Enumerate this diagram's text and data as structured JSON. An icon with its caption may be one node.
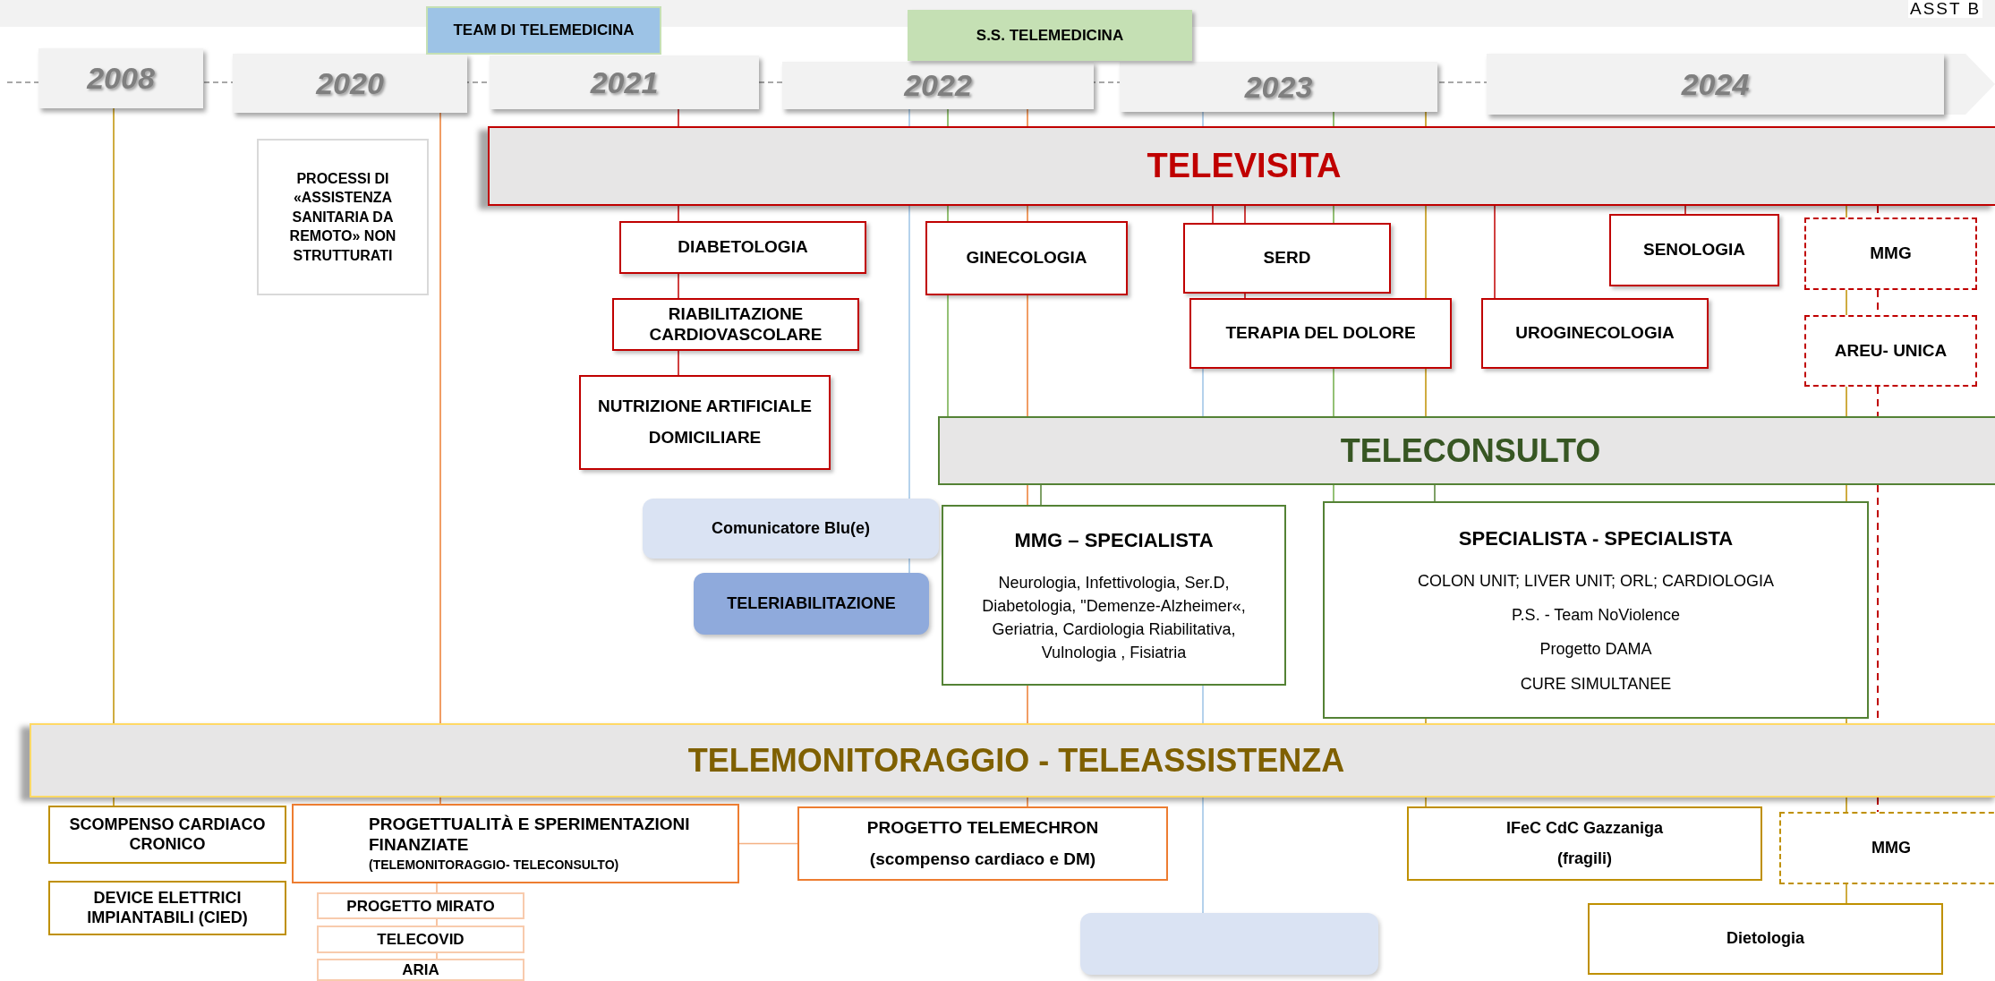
{
  "diagram": {
    "nodes": [
      {
        "text": [
          "2008"
        ]
      },
      {
        "text": [
          "2020"
        ]
      },
      {
        "text": [
          "2021"
        ]
      },
      {
        "text": [
          "2022"
        ]
      },
      {
        "text": [
          "2023"
        ]
      },
      {
        "text": [
          "2024"
        ]
      },
      {
        "text": [
          "TEAM DI TELEMEDICINA"
        ]
      },
      {
        "text": [
          "S.S. TELEMEDICINA"
        ]
      },
      {
        "text": [
          "PROCESSI DI «ASSISTENZA SANITARIA DA REMOTO» NON STRUTTURATI"
        ]
      },
      {
        "text": [
          "TELEVISITA"
        ]
      },
      {
        "text": [
          "DIABETOLOGIA"
        ]
      },
      {
        "text": [
          "RIABILITAZIONE CARDIOVASCOLARE"
        ]
      },
      {
        "text": [
          "NUTRIZIONE ARTIFICIALE",
          "DOMICILIARE"
        ]
      },
      {
        "text": [
          "GINECOLOGIA"
        ]
      },
      {
        "text": [
          "SERD"
        ]
      },
      {
        "text": [
          "TERAPIA DEL DOLORE"
        ]
      },
      {
        "text": [
          "UROGINECOLOGIA"
        ]
      },
      {
        "text": [
          "SENOLOGIA"
        ]
      },
      {
        "text": [
          "MMG"
        ]
      },
      {
        "text": [
          "AREU- UNICA"
        ]
      },
      {
        "text": [
          "TELECONSULTO"
        ]
      },
      {
        "text": [
          "Comunicatore Blu(e)"
        ]
      },
      {
        "text": [
          "TELERIABILITAZIONE"
        ]
      },
      {
        "text": [
          "MMG – SPECIALISTA",
          "Neurologia, Infettivologia, Ser.D, Diabetologia, \"Demenze-Alzheimer«, Geriatria, Cardiologia Riabilitativa, Vulnologia , Fisiatria"
        ]
      },
      {
        "text": [
          "SPECIALISTA - SPECIALISTA",
          "COLON UNIT; LIVER UNIT; ORL; CARDIOLOGIA",
          "P.S. - Team NoViolence",
          "Progetto DAMA",
          "CURE SIMULTANEE"
        ]
      },
      {
        "text": [
          "TELEMONITORAGGIO - TELEASSISTENZA"
        ]
      },
      {
        "text": [
          "SCOMPENSO CARDIACO CRONICO"
        ]
      },
      {
        "text": [
          "DEVICE ELETTRICI IMPIANTABILI (CIED)"
        ]
      },
      {
        "text": [
          "PROGETTUALITÀ E SPERIMENTAZIONI FINANZIATE",
          "(TELEMONITORAGGIO- TELECONSULTO)"
        ]
      },
      {
        "text": [
          "PROGETTO MIRATO"
        ]
      },
      {
        "text": [
          "TELECOVID"
        ]
      },
      {
        "text": [
          "ARIA"
        ]
      },
      {
        "text": [
          "PROGETTO TELEMECHRON",
          "(scompenso cardiaco e DM)"
        ]
      },
      {
        "text": [
          "IFeC CdC Gazzaniga",
          "(fragili)"
        ]
      },
      {
        "text": [
          "MMG"
        ]
      },
      {
        "text": [],
        "shape": "box"
      },
      {
        "text": [
          "Dietologia"
        ]
      }
    ],
    "edges": [
      {
        "from": 0,
        "to": 25,
        "arrow": "none",
        "color": "#bf9000"
      },
      {
        "from": 25,
        "to": 26,
        "arrow": "none",
        "color": "#bf9000"
      },
      {
        "from": 1,
        "to": 25,
        "arrow": "none",
        "color": "#ed7d31"
      },
      {
        "from": 25,
        "to": 28,
        "arrow": "none",
        "color": "#ed7d31"
      },
      {
        "from": 28,
        "to": 29,
        "arrow": "none",
        "color": "#f4b183"
      },
      {
        "from": 29,
        "to": 30,
        "arrow": "none",
        "color": "#f4b183"
      },
      {
        "from": 30,
        "to": 31,
        "arrow": "none",
        "color": "#f4b183"
      },
      {
        "from": 2,
        "to": 9,
        "arrow": "none",
        "color": "#c00000"
      },
      {
        "from": 9,
        "to": 10,
        "arrow": "none",
        "color": "#c00000"
      },
      {
        "from": 10,
        "to": 11,
        "arrow": "none",
        "color": "#c00000"
      },
      {
        "from": 11,
        "to": 12,
        "arrow": "none",
        "color": "#c00000"
      },
      {
        "from": 3,
        "to": 9,
        "arrow": "none",
        "color": "#9dc3e6"
      },
      {
        "from": 9,
        "to": 21,
        "arrow": "none",
        "color": "#9dc3e6"
      },
      {
        "from": 21,
        "to": 22,
        "arrow": "none",
        "color": "#9dc3e6"
      },
      {
        "from": 3,
        "to": 9,
        "arrow": "none",
        "color": "#70ad47"
      },
      {
        "from": 9,
        "to": 13,
        "arrow": "none",
        "color": "#70ad47"
      },
      {
        "from": 13,
        "to": 20,
        "arrow": "none",
        "color": "#70ad47"
      },
      {
        "from": 20,
        "to": 23,
        "arrow": "none",
        "color": "#548235"
      },
      {
        "from": 3,
        "to": 9,
        "arrow": "none",
        "color": "#ed7d31"
      },
      {
        "from": 9,
        "to": 13,
        "arrow": "none",
        "color": "#ed7d31"
      },
      {
        "from": 13,
        "to": 20,
        "arrow": "none",
        "color": "#ed7d31"
      },
      {
        "from": 20,
        "to": 23,
        "arrow": "none",
        "color": "#ed7d31"
      },
      {
        "from": 23,
        "to": 25,
        "arrow": "none",
        "color": "#ed7d31"
      },
      {
        "from": 25,
        "to": 32,
        "arrow": "none",
        "color": "#ed7d31"
      },
      {
        "from": 28,
        "to": 32,
        "arrow": "none",
        "color": "#f4b183"
      },
      {
        "from": 4,
        "to": 9,
        "arrow": "none",
        "color": "#9dc3e6"
      },
      {
        "from": 15,
        "to": 20,
        "arrow": "none",
        "color": "#9dc3e6"
      },
      {
        "from": 25,
        "to": 35,
        "arrow": "none",
        "color": "#9dc3e6"
      },
      {
        "from": 9,
        "to": 14,
        "arrow": "none",
        "color": "#c00000"
      },
      {
        "from": 9,
        "to": 14,
        "arrow": "none",
        "color": "#c00000"
      },
      {
        "from": 14,
        "to": 15,
        "arrow": "none",
        "color": "#c00000"
      },
      {
        "from": 4,
        "to": 9,
        "arrow": "none",
        "color": "#70ad47"
      },
      {
        "from": 9,
        "to": 14,
        "arrow": "none",
        "color": "#70ad47"
      },
      {
        "from": 15,
        "to": 20,
        "arrow": "none",
        "color": "#70ad47"
      },
      {
        "from": 20,
        "to": 24,
        "arrow": "none",
        "color": "#70ad47"
      },
      {
        "from": 20,
        "to": 24,
        "arrow": "none",
        "color": "#548235"
      },
      {
        "from": 4,
        "to": 9,
        "arrow": "none",
        "color": "#bf9000"
      },
      {
        "from": 9,
        "to": 15,
        "arrow": "none",
        "color": "#bf9000"
      },
      {
        "from": 15,
        "to": 20,
        "arrow": "none",
        "color": "#bf9000"
      },
      {
        "from": 24,
        "to": 25,
        "arrow": "none",
        "color": "#bf9000"
      },
      {
        "from": 25,
        "to": 33,
        "arrow": "none",
        "color": "#bf9000"
      },
      {
        "from": 9,
        "to": 16,
        "arrow": "none",
        "color": "#c00000"
      },
      {
        "from": 9,
        "to": 17,
        "arrow": "none",
        "color": "#c00000"
      },
      {
        "from": 9,
        "to": 18,
        "arrow": "none",
        "color": "#bf9000"
      },
      {
        "from": 18,
        "to": 19,
        "arrow": "none",
        "color": "#bf9000"
      },
      {
        "from": 19,
        "to": 20,
        "arrow": "none",
        "color": "#bf9000"
      },
      {
        "from": 20,
        "to": 24,
        "arrow": "none",
        "color": "#bf9000"
      },
      {
        "from": 24,
        "to": 25,
        "arrow": "none",
        "color": "#bf9000"
      },
      {
        "from": 25,
        "to": 34,
        "arrow": "none",
        "color": "#bf9000"
      },
      {
        "from": 34,
        "to": 36,
        "arrow": "none",
        "color": "#bf9000"
      },
      {
        "from": 9,
        "to": 18,
        "arrow": "none",
        "style": "dashed",
        "color": "#c00000"
      },
      {
        "from": 18,
        "to": 19,
        "arrow": "none",
        "style": "dashed",
        "color": "#c00000"
      },
      {
        "from": 19,
        "to": 20,
        "arrow": "none",
        "style": "dashed",
        "color": "#c00000"
      },
      {
        "from": 20,
        "to": 25,
        "arrow": "none",
        "style": "dashed",
        "color": "#c00000"
      },
      {
        "from": 25,
        "to": 34,
        "arrow": "none",
        "style": "dashed",
        "color": "#c00000"
      },
      {
        "from": 23,
        "to": 25,
        "arrow": "none",
        "color": "#9dc3e6"
      }
    ],
    "labels": [
      "ASST B"
    ]
  }
}
